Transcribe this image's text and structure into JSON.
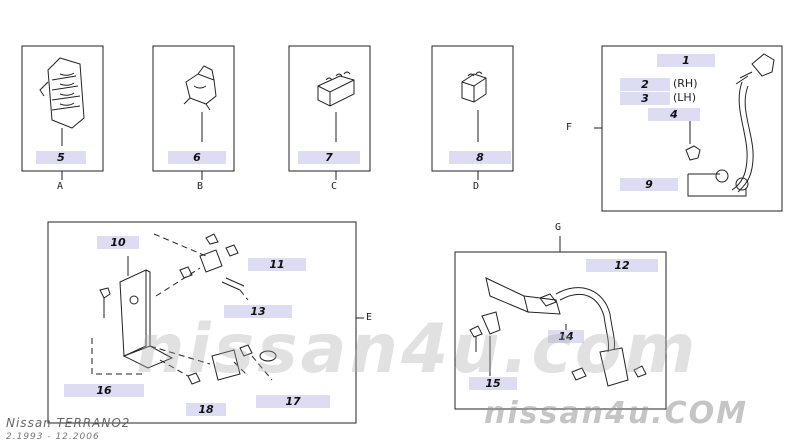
{
  "panels": {
    "A": {
      "letter": "A",
      "part": "5"
    },
    "B": {
      "letter": "B",
      "part": "6"
    },
    "C": {
      "letter": "C",
      "part": "7"
    },
    "D": {
      "letter": "D",
      "part": "8"
    },
    "F": {
      "letter": "F",
      "parts": [
        "1",
        "2",
        "3",
        "4",
        "9"
      ],
      "rh": "(RH)",
      "lh": "(LH)"
    },
    "E": {
      "letter": "E",
      "parts": [
        "10",
        "11",
        "13",
        "16",
        "17",
        "18"
      ]
    },
    "G": {
      "letter": "G",
      "parts": [
        "12",
        "14",
        "15"
      ]
    }
  },
  "watermark": "nissan4u.com",
  "watermark_corner": "nissan4u.COM",
  "model": "Nissan TERRANO2",
  "production": "2.1993 - 12.2006"
}
